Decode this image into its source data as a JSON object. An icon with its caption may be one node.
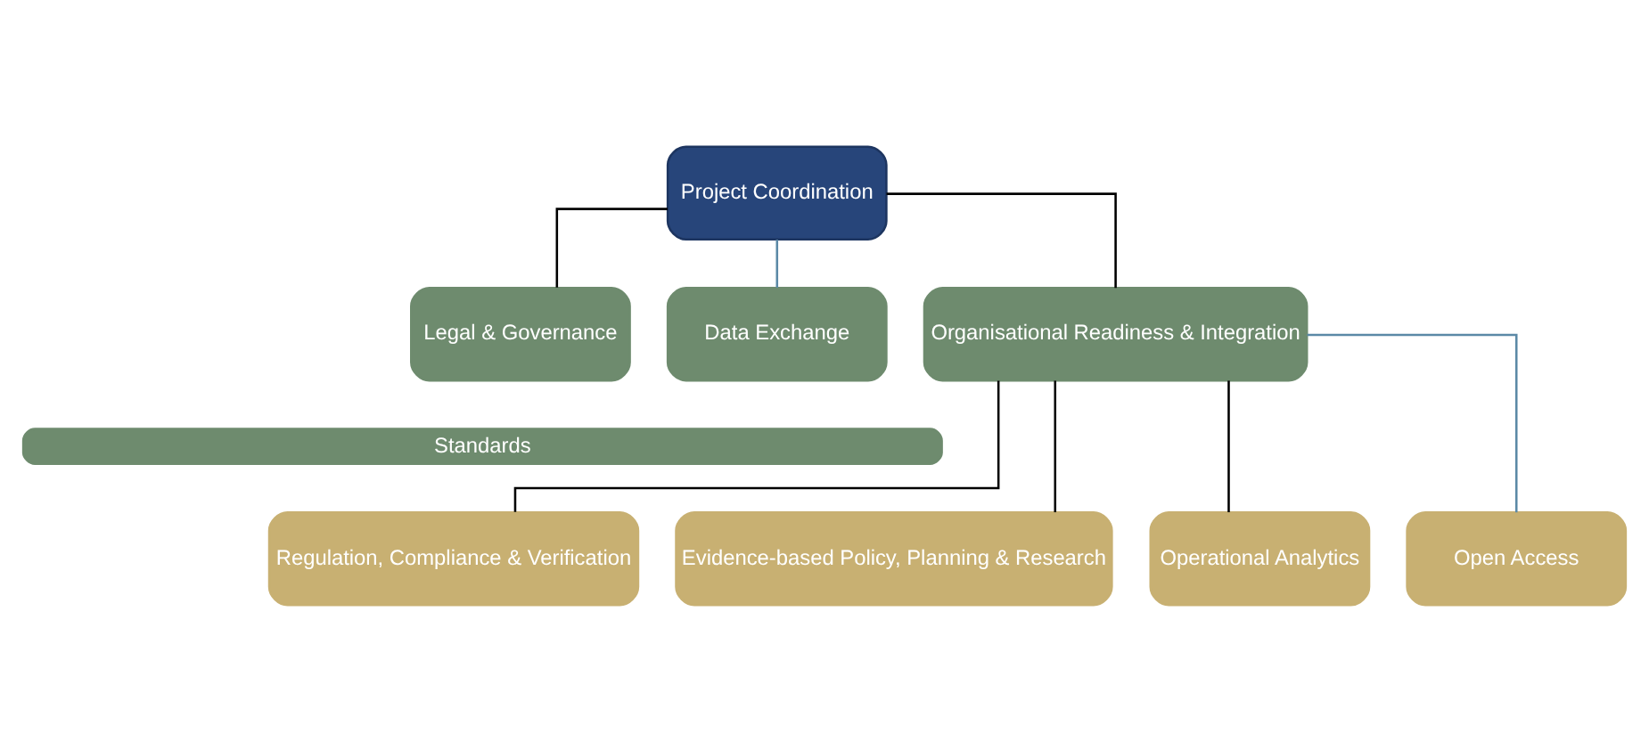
{
  "diagram": {
    "nodes": [
      {
        "text": [
          "Project Coordination"
        ]
      },
      {
        "text": [
          "Legal & Governance"
        ]
      },
      {
        "text": [
          "Data Exchange"
        ]
      },
      {
        "text": [
          "Organisational Readiness & Integration"
        ]
      },
      {
        "text": [
          "Standards"
        ]
      },
      {
        "text": [
          "Regulation, Compliance & Verification"
        ]
      },
      {
        "text": [
          "Evidence-based Policy, Planning & Research"
        ]
      },
      {
        "text": [
          "Operational Analytics"
        ]
      },
      {
        "text": [
          "Open Access"
        ]
      }
    ],
    "edges": [
      {
        "from": 0,
        "to": 1,
        "arrow": "none"
      },
      {
        "from": 0,
        "to": 2,
        "arrow": "none",
        "color": "#5b89a6"
      },
      {
        "from": 0,
        "to": 3,
        "arrow": "none"
      },
      {
        "from": 3,
        "to": 5,
        "arrow": "none"
      },
      {
        "from": 3,
        "to": 6,
        "arrow": "none"
      },
      {
        "from": 3,
        "to": 7,
        "arrow": "none"
      },
      {
        "from": 3,
        "to": 8,
        "arrow": "none",
        "color": "#5b89a6"
      }
    ]
  }
}
